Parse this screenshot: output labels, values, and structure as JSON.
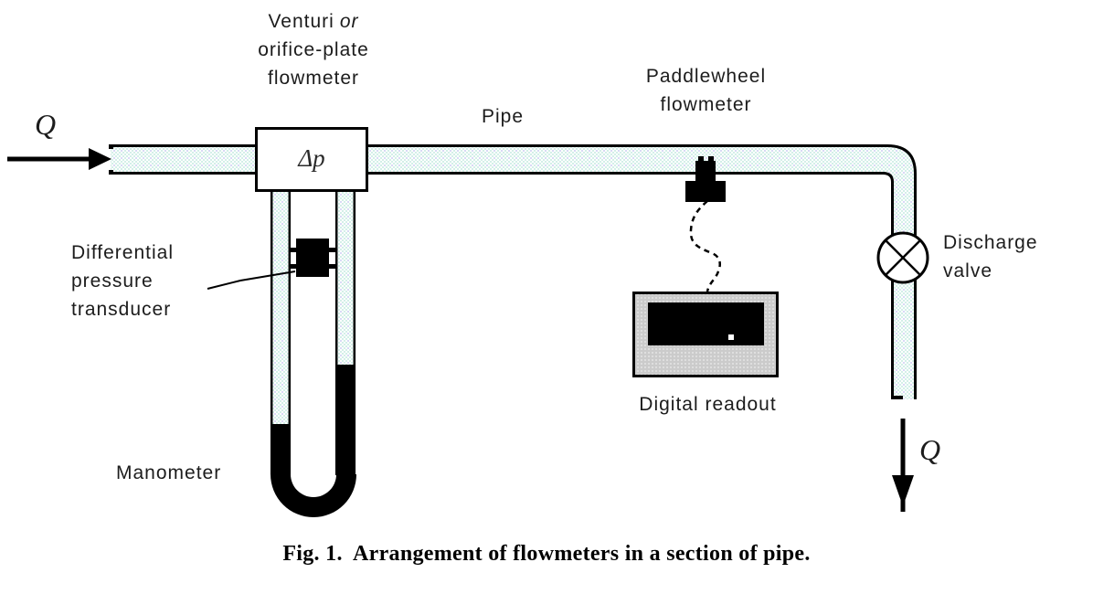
{
  "diagram": {
    "labels": {
      "venturi": {
        "line1_pre": "Venturi",
        "line1_italic": "or",
        "line2": "orifice-plate",
        "line3": "flowmeter"
      },
      "pipe": "Pipe",
      "paddlewheel": {
        "line1": "Paddlewheel",
        "line2": "flowmeter"
      },
      "pressure_transducer": {
        "line1": "Differential",
        "line2": "pressure",
        "line3": "transducer"
      },
      "manometer": "Manometer",
      "digital_readout": "Digital readout",
      "discharge_valve": {
        "line1": "Discharge",
        "line2": "valve"
      },
      "flow_in": "Q",
      "flow_out": "Q",
      "delta_p": "Δp"
    },
    "caption": "Fig. 1.  Arrangement of flowmeters in a section of pipe.",
    "colors": {
      "outline": "#000000",
      "pipe_fluid": "#d3efe8",
      "pipe_fluid_accent": "#d9d9f6",
      "manometer_fluid": "#000000",
      "readout_bezel": "#cbcbcb",
      "readout_bezel_dot": "#dedede",
      "readout_screen": "#000000",
      "background": "#ffffff"
    },
    "icons": {
      "discharge_valve_symbol": "circle-with-x-valve-icon",
      "paddlewheel_symbol": "t-shaped-pipe-sensor-icon",
      "transducer_symbol": "black-box-transducer-icon"
    }
  }
}
